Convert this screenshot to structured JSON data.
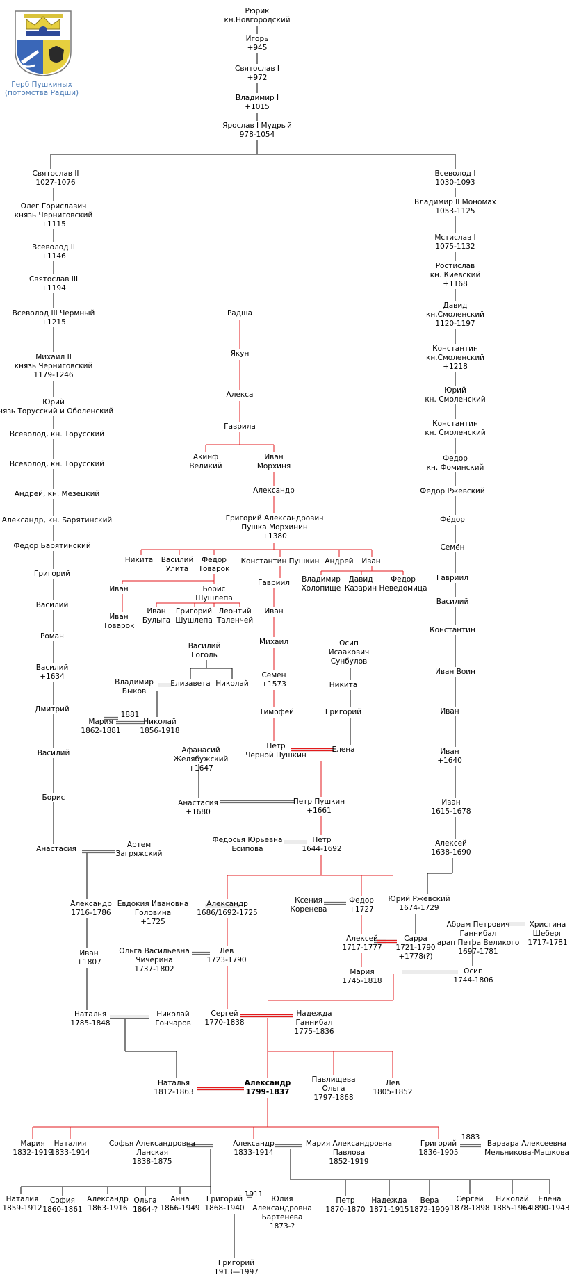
{
  "colors": {
    "line_black": "#000000",
    "line_red": "#e31a1c",
    "marriage": "#6b6b6b",
    "caption": "#4a7ab5"
  },
  "coat_of_arms": {
    "icon": "pushkin-coat-of-arms",
    "caption": "Герб Пушкиных\n(потомства Радши)"
  },
  "persons": [
    {
      "id": "rurik",
      "text": "Рюрик\nкн.Новгородский"
    },
    {
      "id": "igor",
      "text": "Игорь\n+945"
    },
    {
      "id": "svyatoslav1",
      "text": "Святослав I\n+972"
    },
    {
      "id": "vladimir1",
      "text": "Владимир I\n+1015"
    },
    {
      "id": "yaroslav",
      "text": "Ярослав I Мудрый\n978-1054"
    },
    {
      "id": "svyatoslav2",
      "text": "Святослав II\n1027-1076"
    },
    {
      "id": "oleg",
      "text": "Олег Гориславич\nкнязь Черниговский\n+1115"
    },
    {
      "id": "vsevolod2",
      "text": "Всеволод II\n+1146"
    },
    {
      "id": "svyatoslav3",
      "text": "Святослав III\n+1194"
    },
    {
      "id": "vsevolod3",
      "text": "Всеволод III Чермный\n+1215"
    },
    {
      "id": "mikhail2",
      "text": "Михаил II\nкнязь Черниговский\n1179-1246"
    },
    {
      "id": "yuri_t",
      "text": "Юрий\nкнязь Торусский и Оболенский"
    },
    {
      "id": "vsevolod_t1",
      "text": "Всеволод, кн. Торусский"
    },
    {
      "id": "vsevolod_t2",
      "text": "Всеволод, кн. Торусский"
    },
    {
      "id": "andrey_m",
      "text": "Андрей, кн. Мезецкий"
    },
    {
      "id": "alexandr_b",
      "text": "Александр, кн. Барятинский"
    },
    {
      "id": "fedor_b",
      "text": "Фёдор Барятинский"
    },
    {
      "id": "grigory_l",
      "text": "Григорий"
    },
    {
      "id": "vasily_l1",
      "text": "Василий"
    },
    {
      "id": "roman",
      "text": "Роман"
    },
    {
      "id": "vasily_l2",
      "text": "Василий\n+1634"
    },
    {
      "id": "dmitry",
      "text": "Дмитрий"
    },
    {
      "id": "vasily_l3",
      "text": "Василий"
    },
    {
      "id": "boris_l",
      "text": "Борис"
    },
    {
      "id": "anastasia_l",
      "text": "Анастасия"
    },
    {
      "id": "artem",
      "text": "Артем\nЗагряжский"
    },
    {
      "id": "alexandr_z",
      "text": "Александр\n1716-1786"
    },
    {
      "id": "ivan_z",
      "text": "Иван\n+1807"
    },
    {
      "id": "natalya_z",
      "text": "Наталья\n1785-1848"
    },
    {
      "id": "nikolay_g",
      "text": "Николай\nГончаров"
    },
    {
      "id": "vsevolod1",
      "text": "Всеволод I\n1030-1093"
    },
    {
      "id": "vladimir2",
      "text": "Владимир II Мономах\n1053-1125"
    },
    {
      "id": "mstislav",
      "text": "Мстислав I\n1075-1132"
    },
    {
      "id": "rostislav",
      "text": "Ростислав\nкн. Киевский\n+1168"
    },
    {
      "id": "david_s",
      "text": "Давид\nкн.Смоленский\n1120-1197"
    },
    {
      "id": "konst_s1",
      "text": "Константин\nкн.Смоленский\n+1218"
    },
    {
      "id": "yuri_s",
      "text": "Юрий\nкн. Смоленский"
    },
    {
      "id": "konst_s2",
      "text": "Константин\nкн. Смоленский"
    },
    {
      "id": "fedor_f",
      "text": "Федор\nкн. Фоминский"
    },
    {
      "id": "fedor_r",
      "text": "Фёдор Ржевский"
    },
    {
      "id": "fedor_r2",
      "text": "Фёдор"
    },
    {
      "id": "semen_r",
      "text": "Семён"
    },
    {
      "id": "gavril_r",
      "text": "Гавриил"
    },
    {
      "id": "vasily_r",
      "text": "Василий"
    },
    {
      "id": "konst_r",
      "text": "Константин"
    },
    {
      "id": "ivan_voin",
      "text": "Иван Воин"
    },
    {
      "id": "ivan_r1",
      "text": "Иван"
    },
    {
      "id": "ivan_r2",
      "text": "Иван\n+1640"
    },
    {
      "id": "ivan_r3",
      "text": "Иван\n1615-1678"
    },
    {
      "id": "alexey_r",
      "text": "Алексей\n1638-1690"
    },
    {
      "id": "yuri_r",
      "text": "Юрий Ржевский\n1674-1729"
    },
    {
      "id": "sarra",
      "text": "Сарра\n1721-1790\n+1778(?)"
    },
    {
      "id": "abram",
      "text": "Абрам Петрович\nГаннибал\nарап Петра Великого\n1697-1781"
    },
    {
      "id": "khristina",
      "text": "Христина\nШеберг\n1717-1781"
    },
    {
      "id": "osip_g",
      "text": "Осип\n1744-1806"
    },
    {
      "id": "radsha",
      "text": "Радша"
    },
    {
      "id": "yakun",
      "text": "Якун"
    },
    {
      "id": "aleksa",
      "text": "Алекса"
    },
    {
      "id": "gavrila",
      "text": "Гаврила"
    },
    {
      "id": "akinf",
      "text": "Акинф\nВеликий"
    },
    {
      "id": "ivan_m",
      "text": "Иван\nМорхиня"
    },
    {
      "id": "alexandr_m",
      "text": "Александр"
    },
    {
      "id": "grigory_p",
      "text": "Григорий Александрович\nПушка Морхинин\n+1380"
    },
    {
      "id": "nikita",
      "text": "Никита"
    },
    {
      "id": "vasily_u",
      "text": "Василий\nУлита"
    },
    {
      "id": "fedor_t",
      "text": "Федор\nТоварок"
    },
    {
      "id": "konst_p",
      "text": "Константин Пушкин"
    },
    {
      "id": "andrey_p",
      "text": "Андрей"
    },
    {
      "id": "ivan_p",
      "text": "Иван"
    },
    {
      "id": "ivan_t",
      "text": "Иван"
    },
    {
      "id": "boris_sh",
      "text": "Борис\nШушлепа"
    },
    {
      "id": "ivan_tov",
      "text": "Иван\nТоварок"
    },
    {
      "id": "ivan_bul",
      "text": "Иван\nБулыга"
    },
    {
      "id": "grigory_sh",
      "text": "Григорий\nШушлепа"
    },
    {
      "id": "leonty",
      "text": "Леонтий\nТаленчей"
    },
    {
      "id": "gavriil_p",
      "text": "Гавриил"
    },
    {
      "id": "vladimir_h",
      "text": "Владимир\nХолопище"
    },
    {
      "id": "david_k",
      "text": "Давид\nКазарин"
    },
    {
      "id": "fedor_n",
      "text": "Федор\nНеведомица"
    },
    {
      "id": "ivan_p2",
      "text": "Иван"
    },
    {
      "id": "mikhail_p",
      "text": "Михаил"
    },
    {
      "id": "semen_p",
      "text": "Семен\n+1573"
    },
    {
      "id": "timofey",
      "text": "Тимофей"
    },
    {
      "id": "petr_ch",
      "text": "Петр\nЧерной Пушкин"
    },
    {
      "id": "vasily_gog",
      "text": "Василий\nГоголь"
    },
    {
      "id": "vladimir_byk",
      "text": "Владимир\nБыков"
    },
    {
      "id": "elizaveta",
      "text": "Елизавета"
    },
    {
      "id": "nikolay_gog",
      "text": "Николай"
    },
    {
      "id": "maria_b",
      "text": "Мария\n1862-1881"
    },
    {
      "id": "nikolay_b",
      "text": "Николай\n1856-1918"
    },
    {
      "id": "osip_s",
      "text": "Осип\nИсаакович\nСунбулов"
    },
    {
      "id": "nikita_s",
      "text": "Никита"
    },
    {
      "id": "grigory_s",
      "text": "Григорий"
    },
    {
      "id": "elena_s",
      "text": "Елена"
    },
    {
      "id": "afanasy",
      "text": "Афанасий\nЖелябужский\n+1647"
    },
    {
      "id": "anastasia_zh",
      "text": "Анастасия\n+1680"
    },
    {
      "id": "petr_pushkin",
      "text": "Петр Пушкин\n+1661"
    },
    {
      "id": "fedosya",
      "text": "Федосья Юрьевна\nЕсипова"
    },
    {
      "id": "petr2",
      "text": "Петр\n1644-1692"
    },
    {
      "id": "evdokiya",
      "text": "Евдокия Ивановна\nГоловина\n+1725"
    },
    {
      "id": "alexandr_p",
      "text": "Александр\n1686/1692-1725"
    },
    {
      "id": "kseniya",
      "text": "Ксения\nКоренева"
    },
    {
      "id": "fedor_p",
      "text": "Федор\n+1727"
    },
    {
      "id": "olga_ch",
      "text": "Ольга Васильевна\nЧичерина\n1737-1802"
    },
    {
      "id": "lev1",
      "text": "Лев\n1723-1790"
    },
    {
      "id": "alexey_p",
      "text": "Алексей\n1717-1777"
    },
    {
      "id": "maria_p",
      "text": "Мария\n1745-1818"
    },
    {
      "id": "sergey",
      "text": "Сергей\n1770-1838"
    },
    {
      "id": "nadezhda",
      "text": "Надежда\nГаннибал\n1775-1836"
    },
    {
      "id": "natalya_g",
      "text": "Наталья\n1812-1863"
    },
    {
      "id": "alexandr_poet",
      "text": "Александр\n1799-1837",
      "bold": true
    },
    {
      "id": "olga_pavl",
      "text": "Павлищева\nОльга\n1797-1868"
    },
    {
      "id": "lev2",
      "text": "Лев\n1805-1852"
    },
    {
      "id": "maria_c",
      "text": "Мария\n1832-1919"
    },
    {
      "id": "natalia_c",
      "text": "Наталия\n1833-1914"
    },
    {
      "id": "sofya",
      "text": "Софья Александровна\nЛанская\n1838-1875"
    },
    {
      "id": "alexandr_c",
      "text": "Александр\n1833-1914"
    },
    {
      "id": "maria_pav",
      "text": "Мария Александровна\nПавлова\n1852-1919"
    },
    {
      "id": "grigory_c",
      "text": "Григорий\n1836-1905"
    },
    {
      "id": "varvara",
      "text": "Варвара Алексеевна\nМельникова-Машкова"
    },
    {
      "id": "natalia_g",
      "text": "Наталия\n1859-1912"
    },
    {
      "id": "sofia_g",
      "text": "София\n1860-1861"
    },
    {
      "id": "alexandr_g",
      "text": "Александр\n1863-1916"
    },
    {
      "id": "olga_g",
      "text": "Ольга\n1864-?"
    },
    {
      "id": "anna_g",
      "text": "Анна\n1866-1949"
    },
    {
      "id": "grigory_g",
      "text": "Григорий\n1868-1940"
    },
    {
      "id": "yuliya",
      "text": "Юлия\nАлександровна\nБартенева\n1873-?"
    },
    {
      "id": "petr_g",
      "text": "Петр\n1870-1870"
    },
    {
      "id": "nadezhda_g",
      "text": "Надежда\n1871-1915"
    },
    {
      "id": "vera_g",
      "text": "Вера\n1872-1909"
    },
    {
      "id": "sergey_g",
      "text": "Сергей\n1878-1898"
    },
    {
      "id": "nikolay_g2",
      "text": "Николай\n1885-1964"
    },
    {
      "id": "elena_g",
      "text": "Елена\n1890-1943"
    },
    {
      "id": "grigory_gg",
      "text": "Григорий\n1913—1997"
    }
  ],
  "marriage_years": [
    {
      "id": "y1881",
      "text": "1881"
    },
    {
      "id": "y1883",
      "text": "1883"
    },
    {
      "id": "y1911",
      "text": "1911"
    }
  ]
}
